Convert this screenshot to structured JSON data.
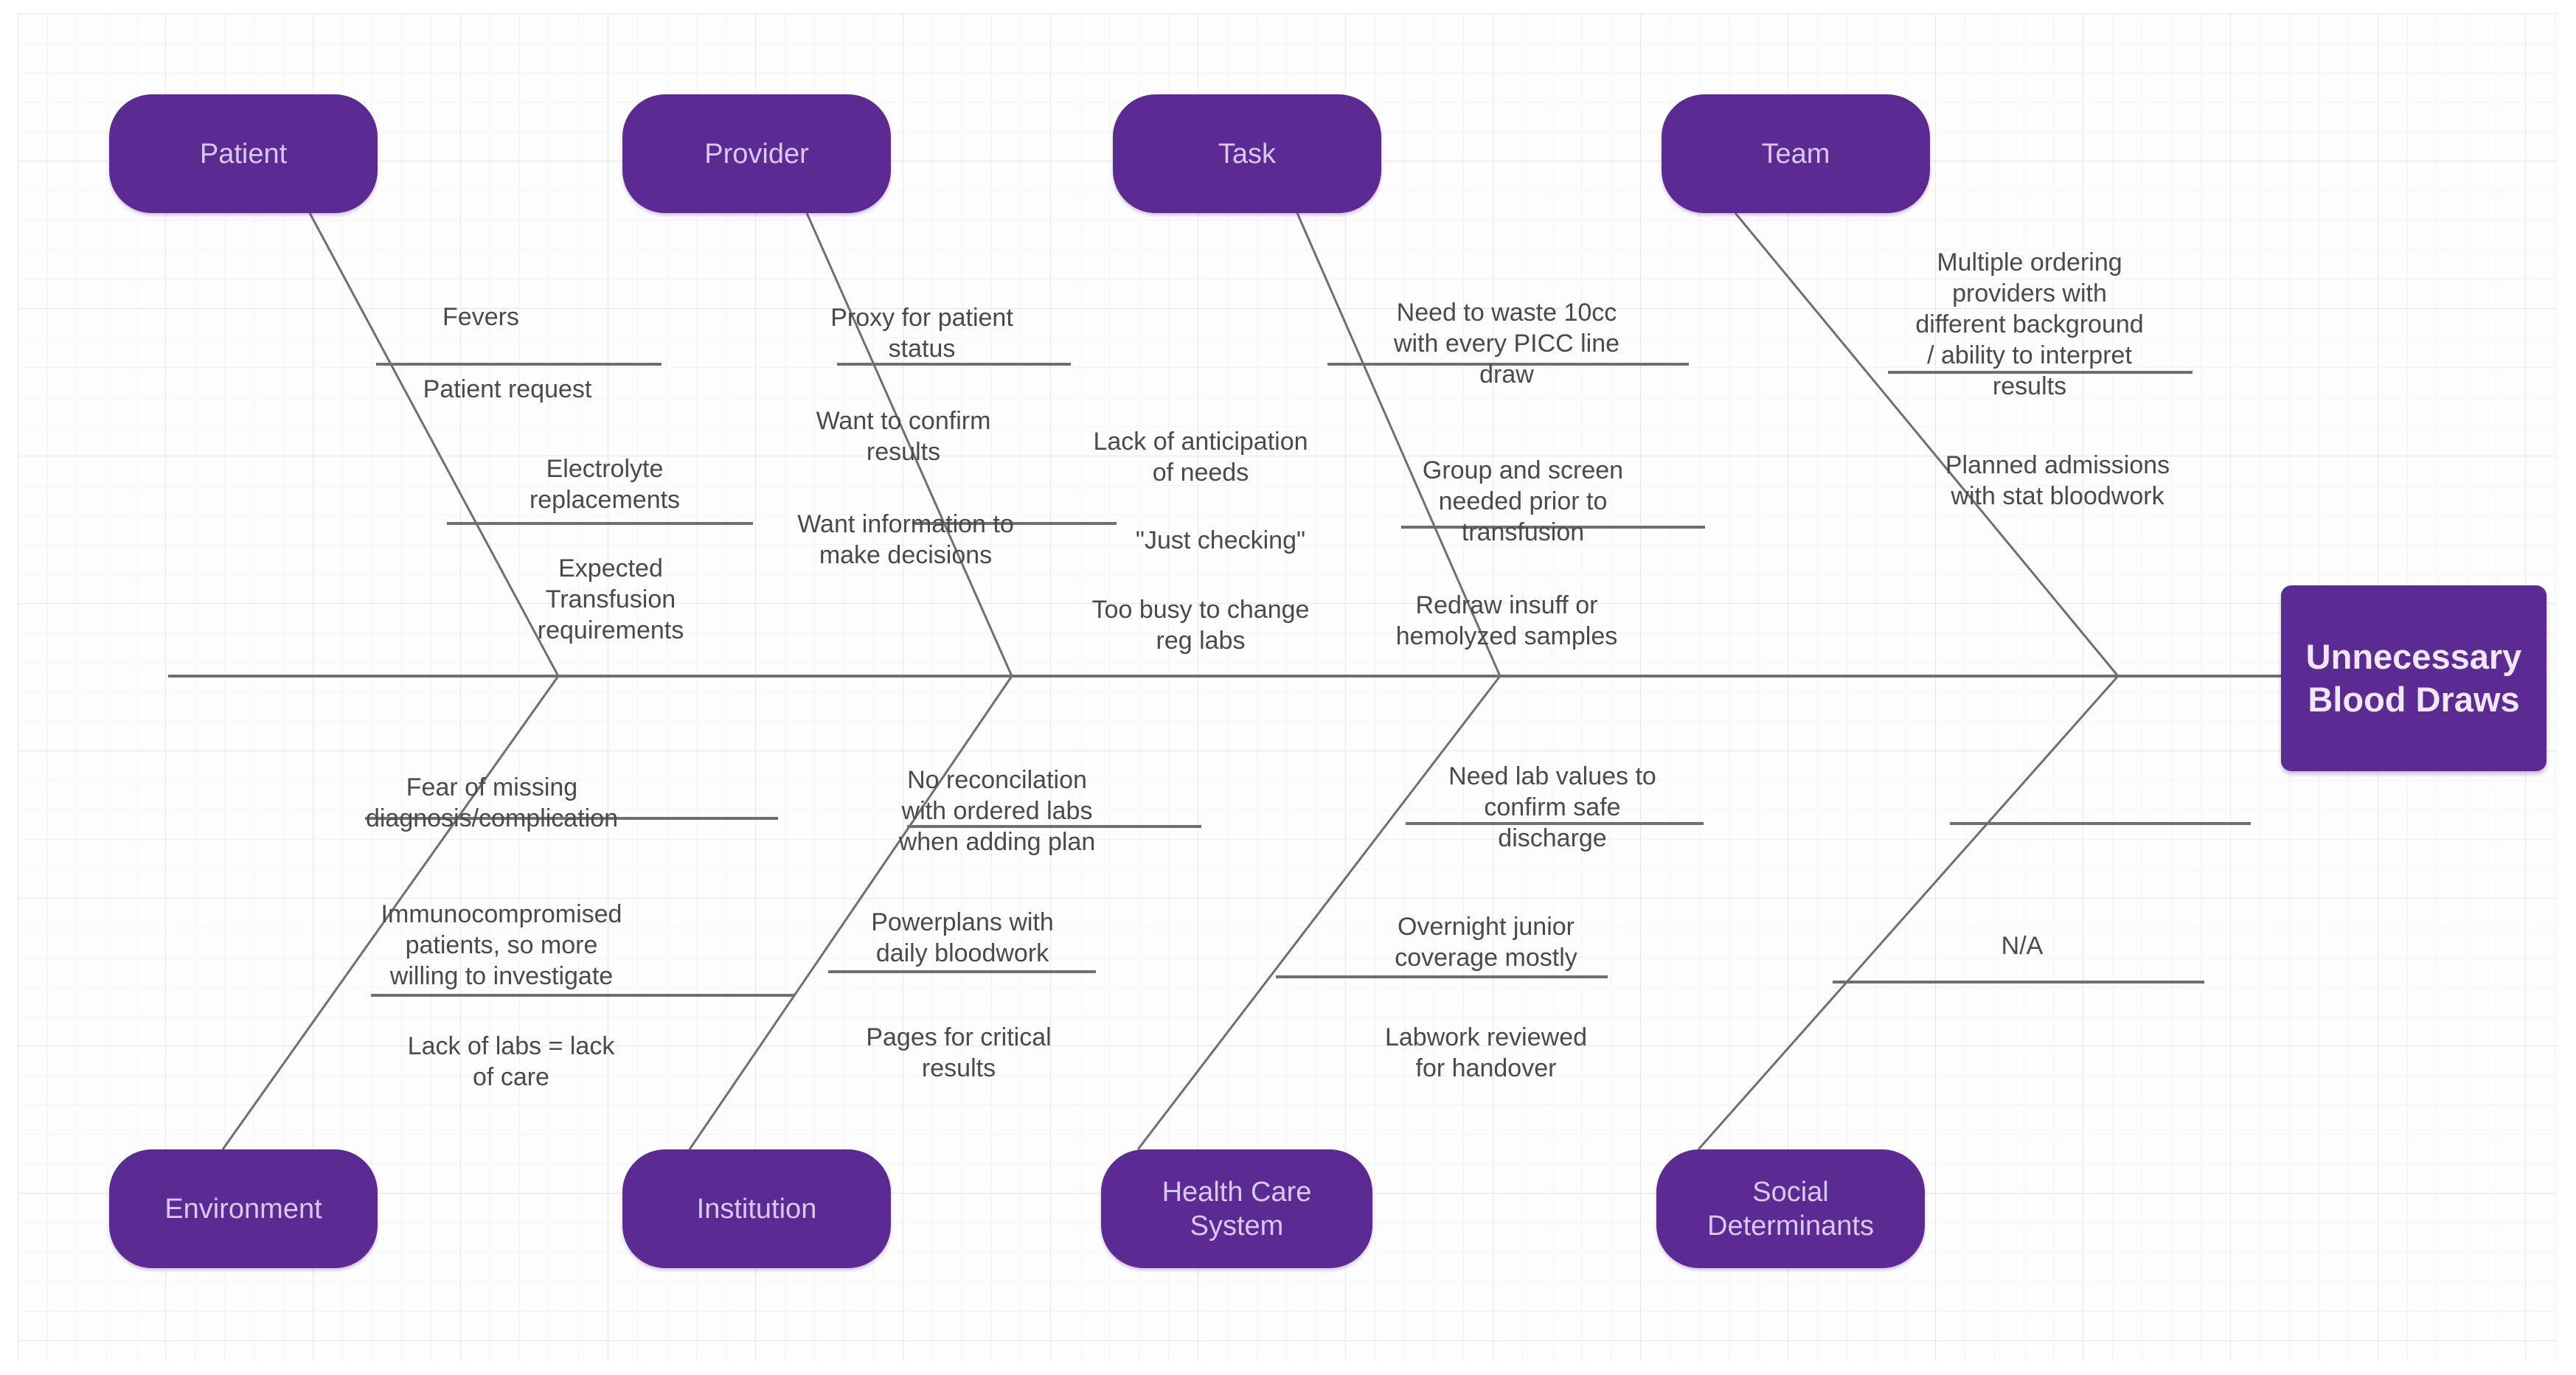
{
  "effect": {
    "label": "Unnecessary Blood Draws"
  },
  "colors": {
    "node_fill": "#5b2a92",
    "node_text": "#d9c8ef",
    "effect_text": "#f0e8fa",
    "bone_line": "#6f6f6f",
    "cause_text": "#4a4a4a",
    "grid_line": "#e7e7ea"
  },
  "branches": [
    {
      "id": "patient",
      "label": "Patient",
      "position": "top",
      "causes": [
        "Fevers",
        "Patient request",
        "Electrolyte\nreplacements",
        "Expected\nTransfusion\nrequirements"
      ]
    },
    {
      "id": "provider",
      "label": "Provider",
      "position": "top",
      "causes": [
        "Proxy for patient\nstatus",
        "Want to confirm\nresults",
        "Want information to\nmake decisions"
      ]
    },
    {
      "id": "task",
      "label": "Task",
      "position": "top",
      "causes": [
        "Lack of anticipation\nof needs",
        "\"Just checking\"",
        "Too busy to change\nreg labs",
        "Need to waste 10cc\nwith every PICC line\ndraw",
        "Group and screen\nneeded prior to\ntransfusion",
        "Redraw insuff or\nhemolyzed samples"
      ]
    },
    {
      "id": "team",
      "label": "Team",
      "position": "top",
      "causes": [
        "Multiple ordering\nproviders with\ndifferent background\n/ ability to interpret\nresults",
        "Planned admissions\nwith stat bloodwork"
      ]
    },
    {
      "id": "environment",
      "label": "Environment",
      "position": "bottom",
      "causes": [
        "Fear of missing\ndiagnosis/complication",
        "Immunocompromised\npatients, so more\nwilling to investigate",
        "Lack of labs = lack\nof care"
      ]
    },
    {
      "id": "institution",
      "label": "Institution",
      "position": "bottom",
      "causes": [
        "No reconcilation\nwith ordered labs\nwhen adding plan",
        "Powerplans with\ndaily bloodwork",
        "Pages for critical\nresults"
      ]
    },
    {
      "id": "healthcare_system",
      "label": "Health Care System",
      "position": "bottom",
      "causes": [
        "Need lab values to\nconfirm safe\ndischarge",
        "Overnight junior\ncoverage mostly",
        "Labwork reviewed\nfor handover"
      ]
    },
    {
      "id": "social_determinants",
      "label": "Social Determinants",
      "position": "bottom",
      "causes": [
        "N/A"
      ]
    }
  ]
}
